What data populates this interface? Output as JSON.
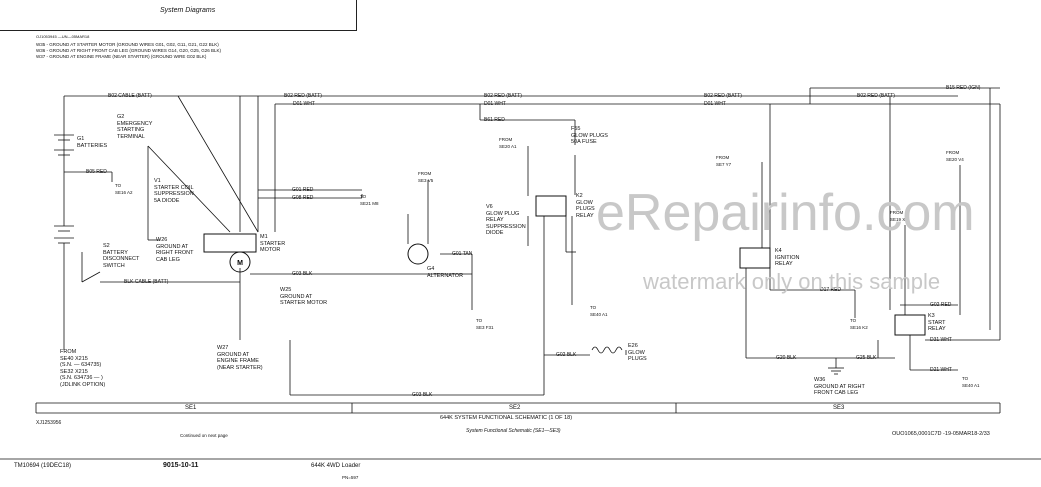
{
  "header": {
    "title": "System Diagrams"
  },
  "top_code": "OJ1053945 —UN—05MAR18",
  "notes": [
    "W35 - GROUND AT STARTER MOTOR (GROUND WIRES G01, G02, G11, G21, G22 BLK)",
    "W36 - GROUND AT RIGHT FRONT CAB LEG (GROUND WIRES G14, G20, G25, G26 BLK)",
    "W37 - GROUND AT ENGINE FRAME (NEAR STARTER) (GROUND WIRE G02 BLK)"
  ],
  "wires": {
    "b02_cable": "B02 CABLE (BATT)",
    "b02_red_1": "B02 RED (BATT)",
    "b02_red_2": "B02 RED (BATT)",
    "b02_red_3": "B02 RED (BATT)",
    "b02_red_4": "B02 RED (BATT)",
    "d01_wht_1": "D01 WHT",
    "d01_wht_2": "D01 WHT",
    "d01_wht_3": "D01 WHT",
    "b61_red": "B61 RED",
    "b15_red": "B15 RED (IGN)",
    "b05_red": "B05 RED",
    "g01_red": "G01 RED",
    "g08_red": "G08 RED",
    "g03_blk": "G03 BLK",
    "g01_tan": "G01 TAN",
    "blk_cable": "BLK CABLE (BATT)",
    "g02_blk": "G02 BLK",
    "g20_blk": "G20 BLK",
    "g25_blk": "G25 BLK",
    "g03_blk_bottom": "G03 BLK",
    "d17_red": "D17 RED",
    "g02_red": "G02 RED",
    "d31_wht": "D31 WHT",
    "d21_wht": "D21 WHT"
  },
  "components": {
    "g2": [
      "G2",
      "EMERGENCY",
      "STARTING",
      "TERMINAL"
    ],
    "g1": [
      "G1",
      "BATTERIES"
    ],
    "v1": [
      "V1",
      "STARTER COIL",
      "SUPPRESSION",
      "5A DIODE"
    ],
    "w26": [
      "W26",
      "GROUND AT",
      "RIGHT FRONT",
      "CAB LEG"
    ],
    "s2": [
      "S2",
      "BATTERY",
      "DISCONNECT",
      "SWITCH"
    ],
    "m1": [
      "M1",
      "STARTER",
      "MOTOR"
    ],
    "w25": [
      "W25",
      "GROUND AT",
      "STARTER MOTOR"
    ],
    "w27": [
      "W27",
      "GROUND AT",
      "ENGINE FRAME",
      "(NEAR STARTER)"
    ],
    "g4": [
      "G4",
      "ALTERNATOR"
    ],
    "v6": [
      "V6",
      "GLOW PLUG",
      "RELAY",
      "SUPPRESSION",
      "DIODE"
    ],
    "f55": [
      "F55",
      "GLOW PLUGS",
      "50A FUSE"
    ],
    "k2": [
      "K2",
      "GLOW",
      "PLUGS",
      "RELAY"
    ],
    "e26": [
      "E26",
      "GLOW",
      "PLUGS"
    ],
    "k4": [
      "K4",
      "IGNITION",
      "RELAY"
    ],
    "k3": [
      "K3",
      "START",
      "RELAY"
    ],
    "w36": [
      "W36",
      "GROUND AT RIGHT",
      "FRONT CAB LEG"
    ]
  },
  "refs": {
    "from_se40": [
      "FROM",
      "SE40 X215",
      "(S.N. — 634735)",
      "SE32 X215",
      "(S.N. 634736 — )",
      "(JDLINK OPTION)"
    ],
    "to_se16_a2": [
      "TO",
      "SE16 A2"
    ],
    "to_se21_m8": [
      "TO",
      "SE21 M8"
    ],
    "from_se3_v5": [
      "FROM",
      "SE3 V5"
    ],
    "to_se3_f31": [
      "TO",
      "SE3 F31"
    ],
    "from_se20_a1": [
      "FROM",
      "SE20 A1"
    ],
    "to_se40_a1": [
      "TO",
      "SE40 A1"
    ],
    "from_se7_y7": [
      "FROM",
      "SE7 Y7"
    ],
    "from_se20_v4": [
      "FROM",
      "SE20 V4"
    ],
    "from_se19_x7": [
      "FROM",
      "SE19 X7"
    ],
    "to_se16_k2": [
      "TO",
      "SE16 K2"
    ],
    "to_se40_a1_b": [
      "TO",
      "SE40 A1"
    ]
  },
  "m_label": "M",
  "sections": [
    "SE1",
    "SE2",
    "SE3"
  ],
  "schematic_title": "644K SYSTEM FUNCTIONAL SCHEMATIC (1 OF 18)",
  "schematic_caption": "System Functional Schematic (SE1—SE3)",
  "doc_id": "XJ1253956",
  "continued": "Continued on next page",
  "ref_code": "OUO1065,0001C7D -19-05MAR18-2/33",
  "footer": {
    "manual": "TM10694 (19DEC18)",
    "page": "9015-10-11",
    "model": "644K 4WD Loader",
    "sub": "PN=597"
  },
  "watermark": {
    "main": "eRepairinfo.com",
    "sub": "watermark only on this sample"
  }
}
